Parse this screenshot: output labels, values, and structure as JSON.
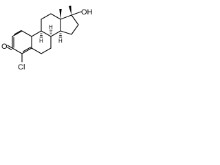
{
  "labels": {
    "hydroxyl": "OH",
    "ketone_oxygen": "O",
    "chlorine": "Cl",
    "hydrogen_8": "H",
    "hydrogen_9": "H",
    "hydrogen_14": "H"
  },
  "colors": {
    "bond": "#000000",
    "background": "#ffffff"
  }
}
